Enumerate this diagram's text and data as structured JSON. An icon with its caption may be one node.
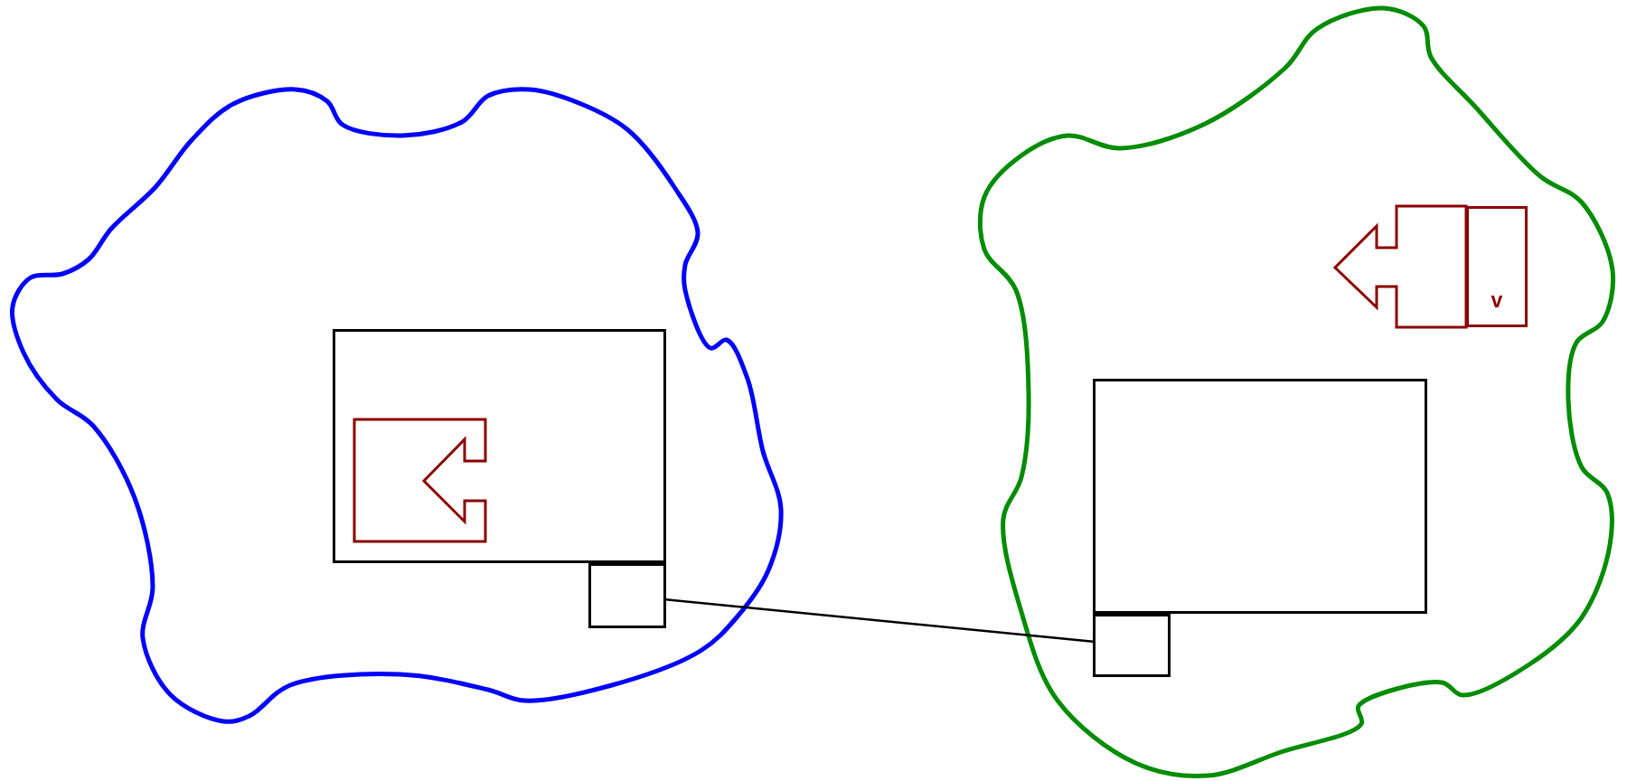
{
  "diagram": {
    "nodes": [
      {
        "text": [],
        "shape": "cloud"
      },
      {
        "text": [],
        "shape": "box",
        "in": 0
      },
      {
        "text": [],
        "shape": "arrow",
        "in": 1
      },
      {
        "text": [],
        "shape": "box",
        "in": 0
      },
      {
        "text": [],
        "shape": "cloud"
      },
      {
        "text": [],
        "shape": "box",
        "in": 4
      },
      {
        "text": [],
        "shape": "box",
        "in": 4
      },
      {
        "text": [],
        "shape": "arrow",
        "in": 4
      },
      {
        "text": [
          "v"
        ],
        "in": 4
      }
    ],
    "edges": [
      {
        "from": 3,
        "to": 6,
        "arrow": "none"
      }
    ]
  }
}
